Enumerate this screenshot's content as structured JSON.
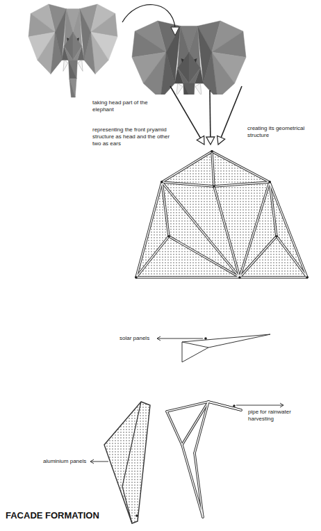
{
  "diagram": {
    "title": "FACADE FORMATION",
    "labels": [
      "taking head part of the elephant",
      "representing the front pryamid structure as head and the other two as ears",
      "creating its geometrical structure",
      "solar panels",
      "pipe for rainwater harvesting",
      "aluminium panels"
    ]
  }
}
